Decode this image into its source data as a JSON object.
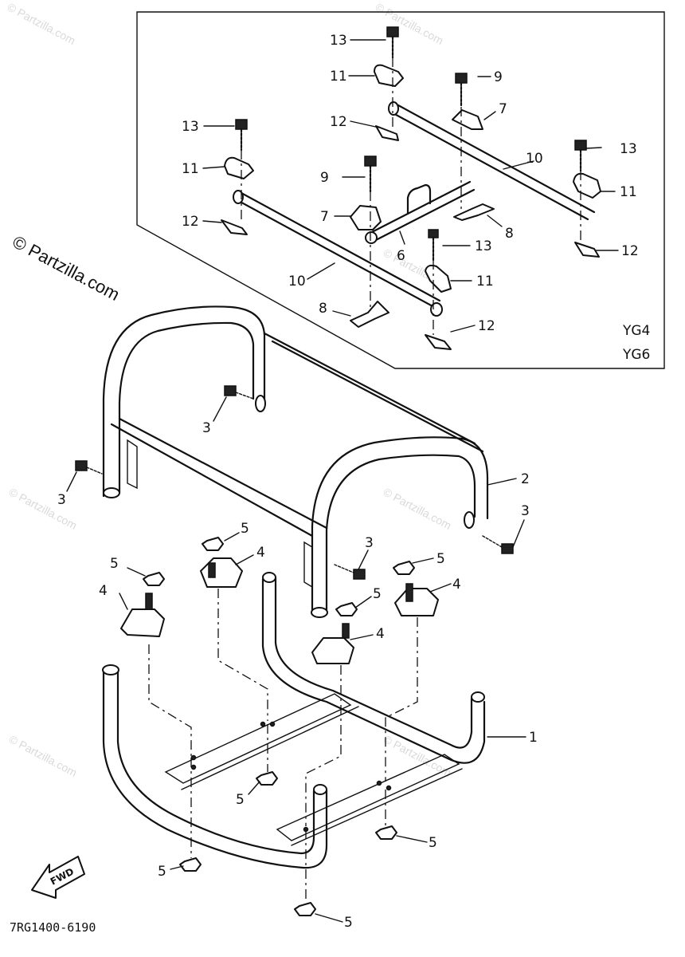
{
  "watermark": "© Partzilla.com",
  "variant_labels": [
    "YG4",
    "YG6"
  ],
  "diagram_code": "7RG1400-6190",
  "fwd_label": "FWD",
  "callouts": {
    "c13a": "13",
    "c11a": "11",
    "c12a": "12",
    "c9a": "9",
    "c7a": "7",
    "c13b": "13",
    "c11b": "11",
    "c12b": "12",
    "c10a": "10",
    "c13c": "13",
    "c11c": "11",
    "c9b": "9",
    "c7b": "7",
    "c8a": "8",
    "c6": "6",
    "c13d": "13",
    "c11d": "11",
    "c12c": "12",
    "c10b": "10",
    "c8b": "8",
    "c12d": "12",
    "c3a": "3",
    "c3b": "3",
    "c2": "2",
    "c3c": "3",
    "c3d": "3",
    "c5a": "5",
    "c4a": "4",
    "c5b": "5",
    "c4b": "4",
    "c5c": "5",
    "c4c": "4",
    "c5d": "5",
    "c4d": "4",
    "c1": "1",
    "c5e": "5",
    "c5f": "5",
    "c5g": "5",
    "c5h": "5"
  }
}
